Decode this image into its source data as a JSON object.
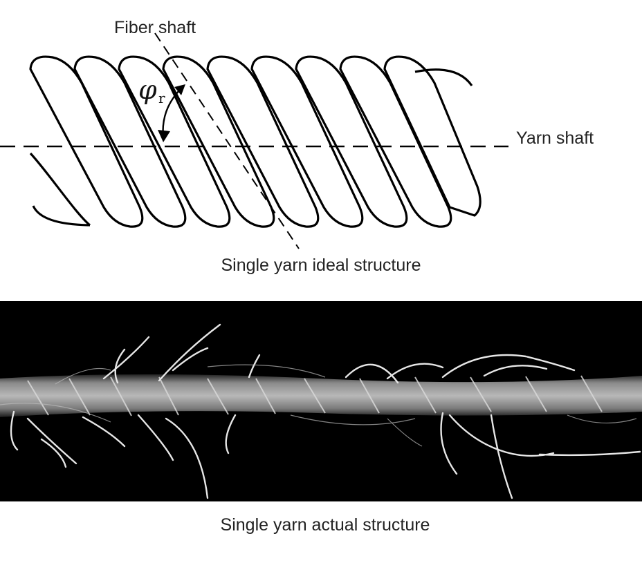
{
  "diagram": {
    "fiber_axis_label": "Fiber shaft",
    "yarn_axis_label": "Yarn shaft",
    "angle_symbol": "φ",
    "angle_subscript": "r",
    "ideal_caption": "Single yarn ideal structure",
    "actual_caption": "Single yarn actual structure"
  }
}
